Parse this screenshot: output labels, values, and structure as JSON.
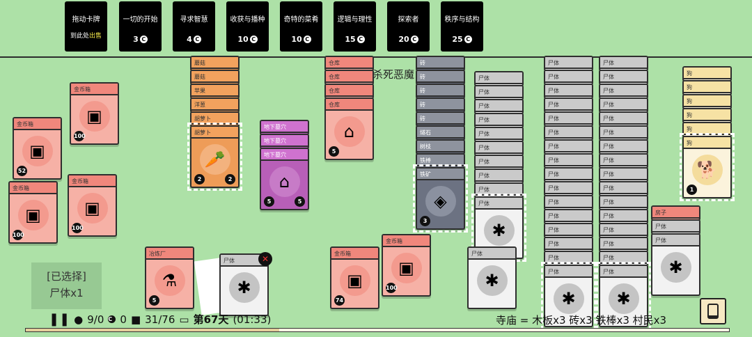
{
  "packs": [
    {
      "title": "拖动卡牌",
      "line2a": "到此处",
      "line2b": "出售"
    },
    {
      "title": "一切的开始",
      "price": "3"
    },
    {
      "title": "寻求智慧",
      "price": "4"
    },
    {
      "title": "收获与播种",
      "price": "10"
    },
    {
      "title": "奇特的菜肴",
      "price": "10"
    },
    {
      "title": "逻辑与理性",
      "price": "15"
    },
    {
      "title": "探索者",
      "price": "20"
    },
    {
      "title": "秩序与结构",
      "price": "25"
    }
  ],
  "coin_glyph": "C",
  "quest_text": "杀死恶魔",
  "colors": {
    "red": {
      "hd": "#f0877c",
      "bd": "#f6b1a6",
      "ic": "#f39a8e"
    },
    "orange": {
      "hd": "#f2a25e",
      "bd": "#ee9c58",
      "ic": "#f3b27e"
    },
    "purple": {
      "hd": "#cf72cf",
      "bd": "#b85fb8",
      "ic": "#c77bc7"
    },
    "slate": {
      "hd": "#8e939e",
      "bd": "#6c7282",
      "ic": "#8b91a0"
    },
    "grey": {
      "hd": "#cacaca",
      "bd": "#f2f2f2",
      "ic": "#c4c4c4"
    },
    "dog": {
      "hd": "#f6e2a4",
      "bd": "#fbf3dc",
      "ic": "#f4dc9c"
    }
  },
  "stacks": [
    {
      "color": "red",
      "cards": [
        "金币箱"
      ],
      "icon": "chest-icon",
      "glyph": "▣",
      "badges": [
        "100"
      ]
    },
    {
      "color": "red",
      "cards": [
        "金币箱"
      ],
      "icon": "chest-icon",
      "glyph": "▣",
      "badges": [
        "52"
      ]
    },
    {
      "color": "red",
      "cards": [
        "金币箱"
      ],
      "icon": "chest-icon",
      "glyph": "▣",
      "badges": [
        "100"
      ]
    },
    {
      "color": "red",
      "cards": [
        "金币箱"
      ],
      "icon": "chest-icon",
      "glyph": "▣",
      "badges": [
        "100"
      ]
    },
    {
      "color": "red",
      "cards": [
        "金币箱"
      ],
      "icon": "chest-icon",
      "glyph": "▣",
      "badges": [
        "100"
      ]
    },
    {
      "color": "red",
      "cards": [
        "金币箱"
      ],
      "icon": "chest-icon",
      "glyph": "▣",
      "badges": [
        "74"
      ]
    },
    {
      "color": "red",
      "cards": [
        "冶炼厂"
      ],
      "icon": "smelter-icon",
      "glyph": "⚗",
      "badges": [
        "5"
      ]
    },
    {
      "color": "orange",
      "cards": [
        "蘑菇",
        "蘑菇",
        "苹果",
        "洋葱",
        "胡萝卜",
        "胡萝卜"
      ],
      "icon": "carrot-icon",
      "glyph": "🥕",
      "badges": [
        "2",
        "2"
      ],
      "selected": true
    },
    {
      "color": "purple",
      "cards": [
        "地下墓穴",
        "地下墓穴",
        "地下墓穴"
      ],
      "icon": "catacomb-icon",
      "glyph": "⌂",
      "badges": [
        "5",
        "5"
      ]
    },
    {
      "color": "red",
      "cards": [
        "仓库",
        "仓库",
        "仓库",
        "仓库"
      ],
      "icon": "warehouse-icon",
      "glyph": "⌂",
      "badges": [
        "5"
      ]
    },
    {
      "color": "slate",
      "cards": [
        "砖",
        "砖",
        "砖",
        "砖",
        "砖",
        "燧石",
        "树枝",
        "铁棒",
        "铁矿"
      ],
      "icon": "iron-ore-icon",
      "glyph": "◈",
      "badges": [
        "3"
      ],
      "selected": true
    },
    {
      "color": "grey",
      "cards": [
        "尸体",
        "尸体",
        "尸体",
        "尸体",
        "尸体",
        "尸体",
        "尸体",
        "尸体",
        "尸体",
        "尸体"
      ],
      "icon": "corpse-icon",
      "glyph": "✱",
      "badges": [],
      "selected": true
    },
    {
      "color": "grey",
      "cards": [
        "尸体"
      ],
      "icon": "corpse-icon",
      "glyph": "✱",
      "badges": []
    },
    {
      "color": "grey",
      "cards": [
        "尸体",
        "尸体",
        "尸体",
        "尸体",
        "尸体",
        "尸体",
        "尸体",
        "尸体",
        "尸体",
        "尸体",
        "尸体",
        "尸体",
        "尸体",
        "尸体",
        "尸体",
        "尸体"
      ],
      "icon": "corpse-icon",
      "glyph": "✱",
      "badges": [],
      "selected": true
    },
    {
      "color": "grey",
      "cards": [
        "尸体",
        "尸体",
        "尸体",
        "尸体",
        "尸体",
        "尸体",
        "尸体",
        "尸体",
        "尸体",
        "尸体",
        "尸体",
        "尸体",
        "尸体",
        "尸体",
        "尸体",
        "尸体"
      ],
      "icon": "corpse-icon",
      "glyph": "✱",
      "badges": [],
      "selected": true
    },
    {
      "color": "dog",
      "cards": [
        "狗",
        "狗",
        "狗",
        "狗",
        "狗",
        "狗"
      ],
      "icon": "dog-icon",
      "glyph": "🐕",
      "badges": [
        "1"
      ],
      "selected": true
    },
    {
      "color": "red",
      "cards": [
        "房子",
        "尸体",
        "尸体"
      ],
      "icon": "corpse-icon",
      "glyph": "✱",
      "badges": [],
      "mixed": true
    },
    {
      "color": "grey",
      "cards": [
        "尸体"
      ],
      "icon": "corpse-icon",
      "glyph": "✱",
      "badges": [],
      "dragged": true
    }
  ],
  "selection": {
    "title": "[已选择]",
    "item": "尸体x1"
  },
  "status": {
    "food": "9/0",
    "coins": "0",
    "cards": "31/76",
    "day": "第67天",
    "time": "(01:33)",
    "day_progress": 0.36
  },
  "recipe_hint": "寺庙 = 木板x3  砖x3  铁棒x3  村民x3"
}
